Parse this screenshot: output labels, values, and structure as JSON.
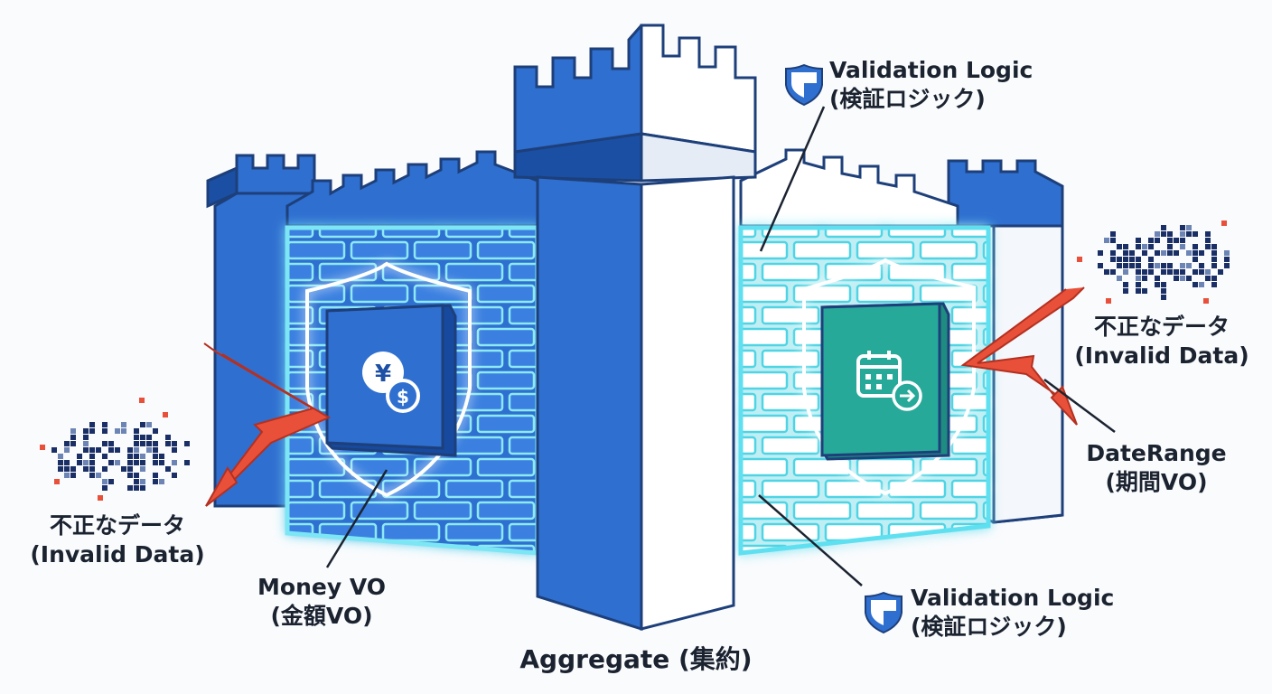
{
  "title": "Aggregate (集約)",
  "labels": {
    "validation_top": {
      "line1": "Validation Logic",
      "line2": "(検証ロジック)"
    },
    "validation_bottom": {
      "line1": "Validation Logic",
      "line2": "(検証ロジック)"
    },
    "invalid_left": {
      "line1": "不正なデータ",
      "line2": "(Invalid Data)"
    },
    "invalid_right": {
      "line1": "不正なデータ",
      "line2": "(Invalid Data)"
    },
    "money_vo": {
      "line1": "Money VO",
      "line2": "(金額VO)"
    },
    "daterange_vo": {
      "line1": "DateRange",
      "line2": "(期間VO)"
    }
  },
  "icons": {
    "money": "yen-dollar-coins-icon",
    "daterange": "calendar-arrow-icon",
    "validation": "shield-icon"
  },
  "colors": {
    "castle_blue": "#2f6fd0",
    "castle_dark": "#1a4fa3",
    "glow_cyan": "#5fe0f0",
    "teal_panel": "#27a99a",
    "attack_red": "#e8503a",
    "text": "#1b2330"
  }
}
